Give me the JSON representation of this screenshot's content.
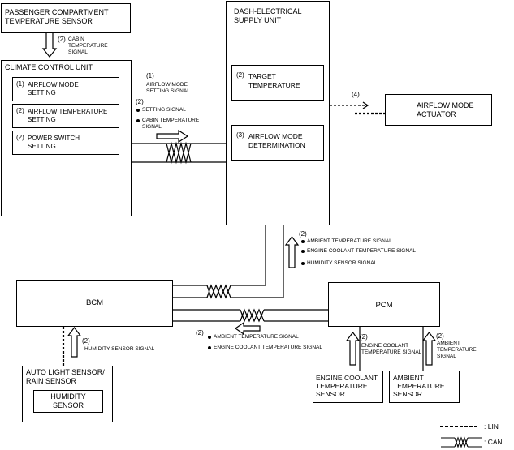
{
  "boxes": {
    "passenger_sensor": "PASSENGER COMPARTMENT\nTEMPERATURE SENSOR",
    "climate_unit": "CLIMATE CONTROL UNIT",
    "cc_items": [
      {
        "num": "(1)",
        "label": "AIRFLOW MODE\nSETTING"
      },
      {
        "num": "(2)",
        "label": "AIRFLOW TEMPERATURE\nSETTING"
      },
      {
        "num": "(2)",
        "label": "POWER SWITCH\nSETTING"
      }
    ],
    "dash_unit": "DASH-ELECTRICAL\nSUPPLY UNIT",
    "dash_items": [
      {
        "num": "(2)",
        "label": "TARGET\nTEMPERATURE"
      },
      {
        "num": "(3)",
        "label": "AIRFLOW MODE\nDETERMINATION"
      }
    ],
    "actuator": "AIRFLOW MODE\nACTUATOR",
    "bcm": "BCM",
    "pcm": "PCM",
    "auto_light": "AUTO LIGHT SENSOR/\nRAIN SENSOR",
    "humidity": "HUMIDITY\nSENSOR",
    "engine_coolant_sensor": "ENGINE COOLANT\nTEMPERATURE\nSENSOR",
    "ambient_sensor": "AMBIENT\nTEMPERATURE\nSENSOR"
  },
  "signals": {
    "cabin": {
      "num": "(2)",
      "text": "CABIN\nTEMPERATURE\nSIGNAL"
    },
    "airflow_mode": {
      "num": "(1)",
      "text": "AIRFLOW MODE\nSETTING SIGNAL"
    },
    "setting": {
      "num": "(2)",
      "items": [
        "SETTING SIGNAL",
        "CABIN TEMPERATURE\nSIGNAL"
      ]
    },
    "actuator_link": {
      "num": "(4)"
    },
    "dash_in": {
      "num": "(2)",
      "items": [
        "AMBIENT TEMPERATURE SIGNAL",
        "ENGINE COOLANT TEMPERATURE SIGNAL",
        "HUMIDITY SENSOR SIGNAL"
      ]
    },
    "bcm_in": {
      "num": "(2)",
      "items": [
        "AMBIENT TEMPERATURE SIGNAL",
        "ENGINE COOLANT TEMPERATURE SIGNAL"
      ]
    },
    "humidity_sig": {
      "num": "(2)",
      "text": "HUMIDITY SENSOR SIGNAL"
    },
    "engine_coolant_sig": {
      "num": "(2)",
      "text": "ENGINE COOLANT\nTEMPERATURE SIGNAL"
    },
    "ambient_sig": {
      "num": "(2)",
      "text": "AMBIENT\nTEMPERATURE\nSIGNAL"
    }
  },
  "legend": {
    "lin": ": LIN",
    "can": ": CAN"
  }
}
